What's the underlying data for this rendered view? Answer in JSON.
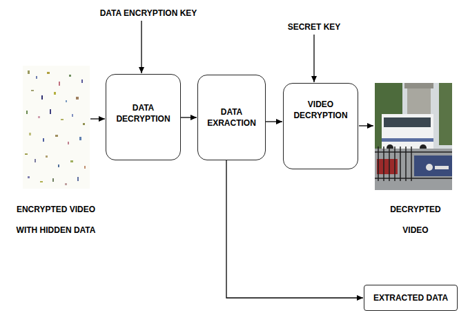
{
  "diagram": {
    "nodes": [
      {
        "text": [
          "DATA DECRYPTION"
        ]
      },
      {
        "text": [
          "DATA EXRACTION"
        ]
      },
      {
        "text": [
          "VIDEO DECRYPTION"
        ]
      },
      {
        "text": [
          "EXTRACTED DATA"
        ]
      }
    ],
    "edges": [
      {
        "from": 0,
        "to": 1,
        "arrow": "to"
      },
      {
        "from": 1,
        "to": 2,
        "arrow": "to"
      },
      {
        "from": 1,
        "to": 3,
        "arrow": "to"
      }
    ],
    "labels": [
      "DATA ENCRYPTION KEY",
      "SECRET KEY",
      "ENCRYPTED VIDEO WITH HIDDEN DATA",
      "DECRYPTED VIDEO"
    ]
  }
}
